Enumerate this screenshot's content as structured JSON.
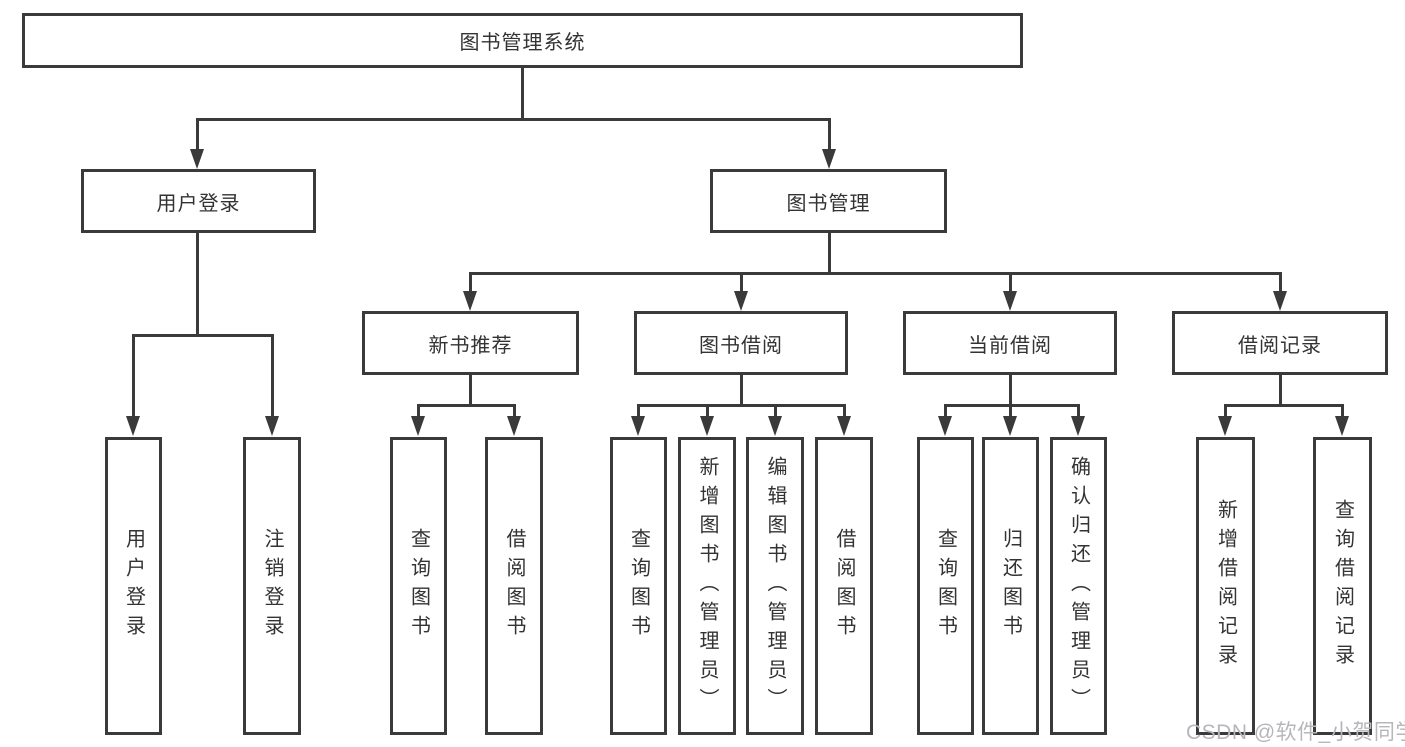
{
  "tree": {
    "root": "图书管理系统",
    "children": [
      {
        "label": "用户登录",
        "children": [
          "用户登录",
          "注销登录"
        ]
      },
      {
        "label": "图书管理",
        "children": [
          {
            "label": "新书推荐",
            "children": [
              "查询图书",
              "借阅图书"
            ]
          },
          {
            "label": "图书借阅",
            "children": [
              "查询图书",
              "新增图书（管理员）",
              "编辑图书（管理员）",
              "借阅图书"
            ]
          },
          {
            "label": "当前借阅",
            "children": [
              "查询图书",
              "归还图书",
              "确认归还（管理员）"
            ]
          },
          {
            "label": "借阅记录",
            "children": [
              "新增借阅记录",
              "查询借阅记录"
            ]
          }
        ]
      }
    ]
  },
  "watermark": "CSDN @软件_小贺同学",
  "colors": {
    "line": "#3a3a3a",
    "text": "#333333",
    "watermark": "#b6b6bc",
    "background": "#ffffff"
  }
}
